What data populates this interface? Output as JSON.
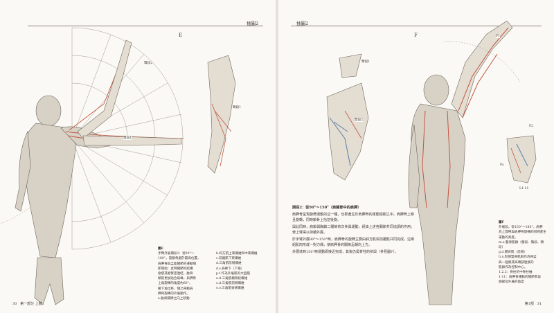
{
  "left_page": {
    "header": "插圖2",
    "figure_letter": "E",
    "caption": {
      "title": "圖E",
      "col1": [
        "手臂外展期段2：從90°～",
        "180°，當鎖骨處於最高位置，",
        "肩胛骨與盂肱關節的運動隨",
        "即開始：此時關節的結構",
        "會使其能緊密連結，肱骨",
        "頭就更加貼合肩峰，肩胛骨",
        "上角旋轉的角度約60°，",
        "腋下角位移，隨之帶動肩",
        "胛骨旋轉的外展動作。",
        "a.肱骨關節之向上移動"
      ],
      "col2": [
        "b.斜方肌上束纖維和中束纖維",
        "c.前鋸肌下束纖維",
        "d.三角肌前側纖維",
        "d.s.肩峰下（下角）",
        "p.t.作為外展肌的大圓肌",
        "e.d.三角肌橫側段纖維",
        "o.d.三角肌前側纖維",
        "o.o.三角肌後側纖維"
      ]
    },
    "labels": {
      "a": "臂段2",
      "b": "臂段1",
      "c": "臂段1"
    },
    "folio_left": "30",
    "folio_text": "第一部分 上肢"
  },
  "right_page": {
    "header": "插圖2",
    "figure_letter": "F",
    "section_title": "期段2：從90°～150°（肩關節中的肩胛）",
    "paragraphs": [
      "肩胛骨呈現旋轉運動的這一種，也即產生於肩胛骨的運動週期之中。肩胛骨上移且旋轉，同時鎖骨上抬並後旋。",
      "與此同時，肩鎖與胸鎖二關節依次參與運動，經由上述各關節共同協調的作用，使上臂得以持續外展。",
      "於手臂外展90°～150°時，肩胛骨的旋轉主要由斜方肌與前鋸肌共同完成，這兩組肌肉形成一對力偶，使肩胛骨的關節盂朝向上方。",
      "外展達到150°時運動即接近完成，其後仍需脊柱的參與（參見圖F）。"
    ],
    "labels": {
      "a": "臂段1",
      "b": "臂段2",
      "c": "F1",
      "d": "F2",
      "e": "Fs",
      "f": "L1-11"
    },
    "caption": {
      "title": "圖F",
      "lines": [
        "外展段，從150°～180°，肩胛",
        "為上臂帶與肩胛骨旋轉的同時產生",
        "運動的高度。",
        "m.a.豎脊肌群（腰段、胸段、頸段）",
        "g.d.闊背肌（前側）",
        "h.n.對側豎脊肌群作為骨盆",
        "與一個將其與頭部連接的",
        "肌群作為控制中心。",
        "1.2.3：脊柱的中脊柱軸",
        "1-11：肩胛骨運動的關節參與",
        "頭部及外展的角度"
      ]
    },
    "folio_text": "第1部",
    "folio_right": "31"
  },
  "colors": {
    "muscle_red": "#c2553f",
    "muscle_blue": "#5b7ea6",
    "ink": "#3a3530"
  }
}
